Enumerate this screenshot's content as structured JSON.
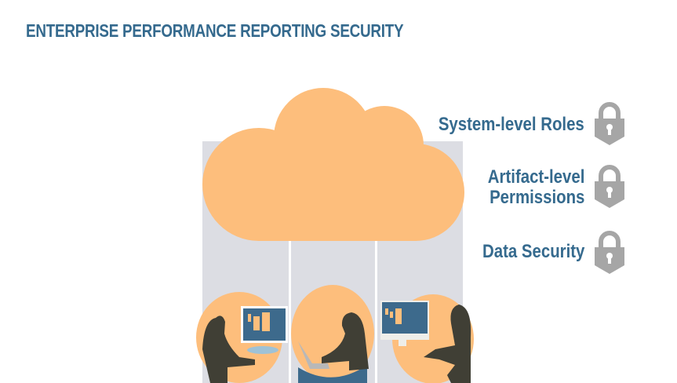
{
  "title": "ENTERPRISE PERFORMANCE REPORTING SECURITY",
  "security_layers": [
    {
      "label": "System-level Roles",
      "icon": "lock-icon"
    },
    {
      "label_line1": "Artifact-level",
      "label_line2": "Permissions",
      "icon": "lock-icon"
    },
    {
      "label": "Data Security",
      "icon": "lock-icon"
    }
  ],
  "users": [
    "desktop-user",
    "laptop-user",
    "desktop-user"
  ],
  "colors": {
    "accent": "#356a8e",
    "cloud": "#fdbe7c",
    "panel": "#dcdde3",
    "lock": "#a6a6a6",
    "silhouette": "#403f35",
    "screen": "#3d6a8c"
  }
}
